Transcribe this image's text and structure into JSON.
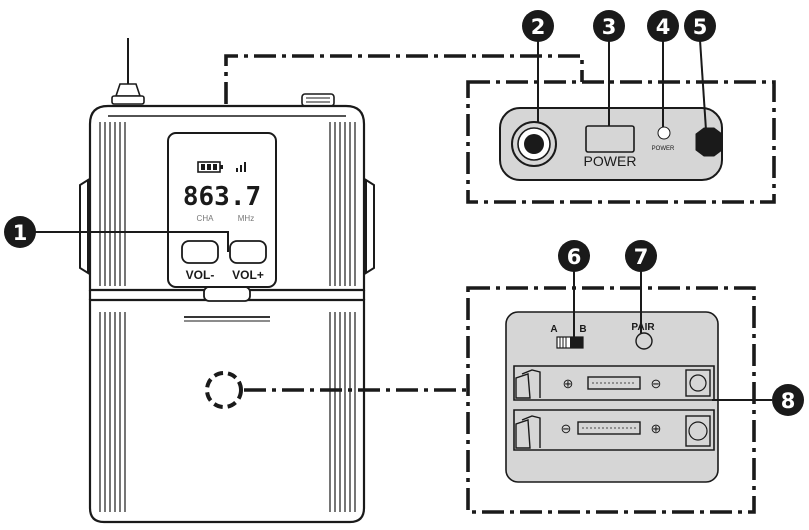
{
  "lcd": {
    "frequency": "863.7",
    "channel_label": "CHA",
    "unit_label": "MHz"
  },
  "buttons": {
    "vol_minus": "VOL-",
    "vol_plus": "VOL+"
  },
  "top_panel": {
    "power_label": "POWER",
    "power_led_label": "POWER"
  },
  "battery_panel": {
    "switch_a": "A",
    "switch_b": "B",
    "pair_label": "PAIR",
    "polarity_plus": "⊕",
    "polarity_minus": "⊖"
  },
  "markers": [
    {
      "id": "1",
      "label": "1"
    },
    {
      "id": "2",
      "label": "2"
    },
    {
      "id": "3",
      "label": "3"
    },
    {
      "id": "4",
      "label": "4"
    },
    {
      "id": "5",
      "label": "5"
    },
    {
      "id": "6",
      "label": "6"
    },
    {
      "id": "7",
      "label": "7"
    },
    {
      "id": "8",
      "label": "8"
    }
  ],
  "colors": {
    "outline": "#1a1a1a",
    "panel_fill": "#d6d6d6",
    "body_fill": "#ffffff"
  }
}
